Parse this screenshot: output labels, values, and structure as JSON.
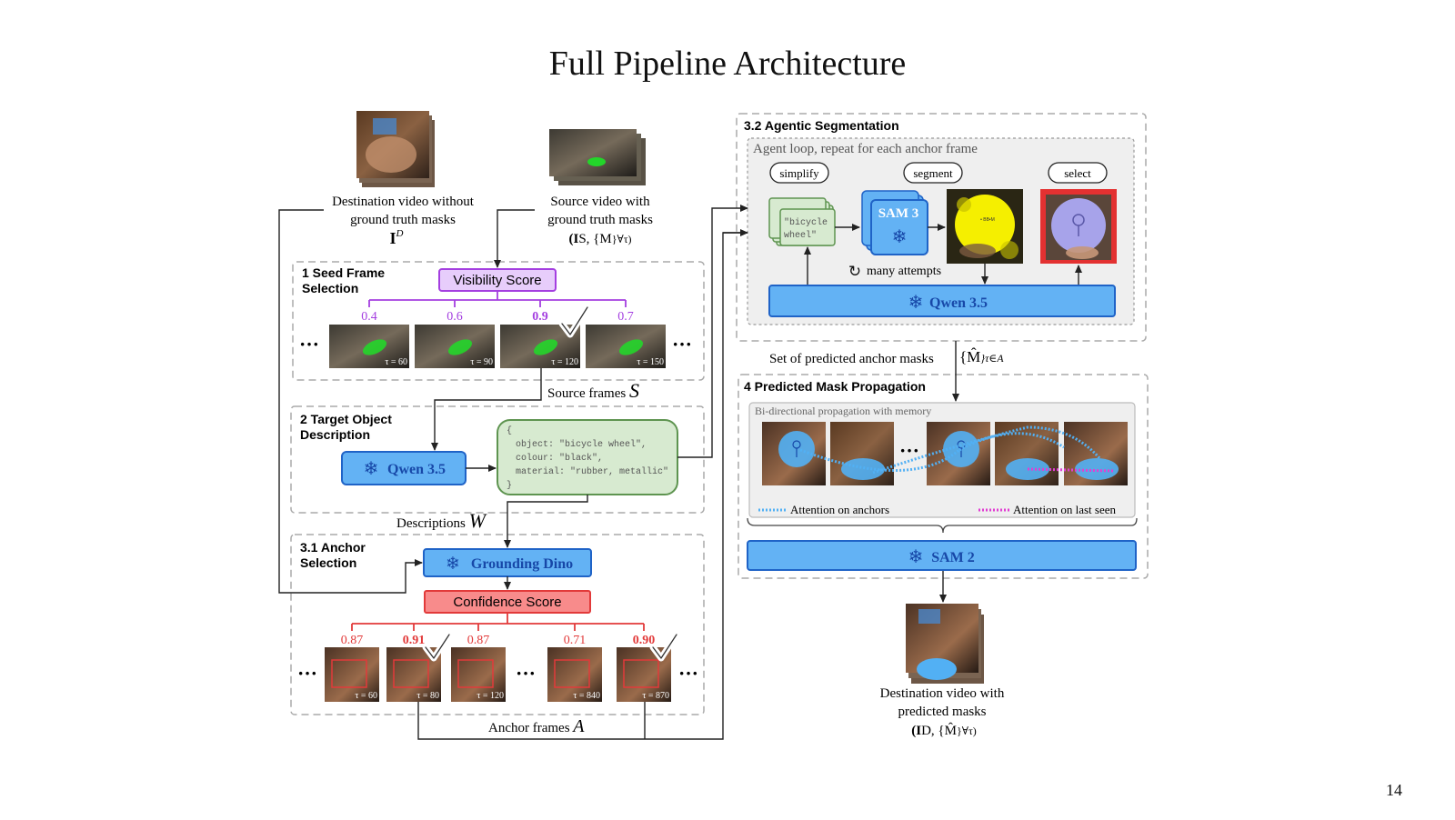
{
  "slide": {
    "title": "Full Pipeline Architecture",
    "page_number": "14"
  },
  "inputs": {
    "destination_label_1": "Destination video without",
    "destination_label_2": "ground truth masks",
    "destination_symbol": "I",
    "destination_symbol_sup": "D",
    "source_label_1": "Source video with",
    "source_label_2": "ground truth masks",
    "source_symbol": "(I",
    "source_symbol_rest": "S, {M",
    "source_symbol_end": "}∀τ)"
  },
  "seed_selection": {
    "heading_1": "1  Seed Frame",
    "heading_2": "Selection",
    "score_box": "Visibility Score",
    "scores": [
      "0.4",
      "0.6",
      "0.9",
      "0.7"
    ],
    "frame_labels": [
      "τ = 60",
      "τ = 90",
      "τ = 120",
      "τ = 150"
    ],
    "ellipsis": "···",
    "output_label": "Source frames",
    "output_symbol": "S"
  },
  "target_description": {
    "heading_1": "2  Target Object",
    "heading_2": "Description",
    "model": "Qwen 3.5",
    "json_lines": [
      "{",
      "object: \"bicycle wheel\",",
      "colour: \"black\",",
      "material: \"rubber, metallic\"",
      "}"
    ],
    "output_label": "Descriptions",
    "output_symbol": "W"
  },
  "anchor_selection": {
    "heading_1": "3.1  Anchor",
    "heading_2": "Selection",
    "detector": "Grounding Dino",
    "score_box": "Confidence Score",
    "scores": [
      "0.87",
      "0.91",
      "0.87",
      "0.71",
      "0.90"
    ],
    "frame_labels": [
      "τ = 60",
      "τ = 80",
      "τ = 120",
      "τ = 840",
      "τ = 870"
    ],
    "output_label": "Anchor frames",
    "output_symbol": "A"
  },
  "agentic_segmentation": {
    "heading": "3.2  Agentic Segmentation",
    "loop_label": "Agent loop, repeat for each anchor frame",
    "steps": [
      "simplify",
      "segment",
      "select"
    ],
    "prompt_card_line_1": "\"bicycle",
    "prompt_card_line_2": "wheel\"",
    "segmenter": "SAM 3",
    "attempts": "many attempts",
    "agent": "Qwen 3.5",
    "output_label": "Set of predicted anchor masks",
    "output_symbol": "{M̂",
    "output_symbol_end": "}τ∈A"
  },
  "mask_propagation": {
    "heading": "4  Predicted Mask Propagation",
    "panel_label": "Bi-directional propagation with memory",
    "legend_anchor": "Attention on anchors",
    "legend_last_seen": "Attention on last seen",
    "propagator": "SAM 2",
    "output_label_1": "Destination video with",
    "output_label_2": "predicted masks",
    "output_symbol": "(I",
    "output_symbol_rest": "D, {M̂",
    "output_symbol_end": "}∀τ)"
  },
  "colors": {
    "model_blue_fill": "#63b2f4",
    "model_blue_stroke": "#1f63c7",
    "visibility_purple": "#a43fe0",
    "visibility_fill": "#e7cdfb",
    "confidence_red": "#e23a3a",
    "confidence_fill": "#f88b8b",
    "json_green_fill": "#d7ead0",
    "json_green_stroke": "#5e9450",
    "mask_green": "#23d52a",
    "mask_blue": "#52b0f4",
    "segment_yellow": "#f5ef00",
    "attention_pink": "#e23ed3"
  }
}
